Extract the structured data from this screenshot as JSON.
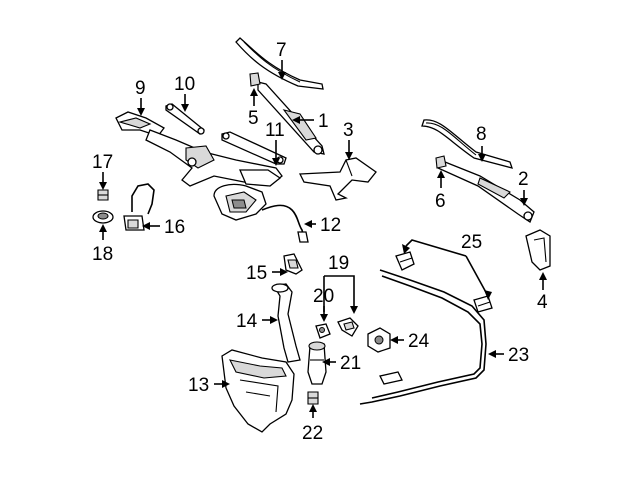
{
  "diagram": {
    "callouts": [
      {
        "id": "1",
        "text": "1"
      },
      {
        "id": "2",
        "text": "2"
      },
      {
        "id": "3",
        "text": "3"
      },
      {
        "id": "4",
        "text": "4"
      },
      {
        "id": "5",
        "text": "5"
      },
      {
        "id": "6",
        "text": "6"
      },
      {
        "id": "7",
        "text": "7"
      },
      {
        "id": "8",
        "text": "8"
      },
      {
        "id": "9",
        "text": "9"
      },
      {
        "id": "10",
        "text": "10"
      },
      {
        "id": "11",
        "text": "11"
      },
      {
        "id": "12",
        "text": "12"
      },
      {
        "id": "13",
        "text": "13"
      },
      {
        "id": "14",
        "text": "14"
      },
      {
        "id": "15",
        "text": "15"
      },
      {
        "id": "16",
        "text": "16"
      },
      {
        "id": "17",
        "text": "17"
      },
      {
        "id": "18",
        "text": "18"
      },
      {
        "id": "19",
        "text": "19"
      },
      {
        "id": "20",
        "text": "20"
      },
      {
        "id": "21",
        "text": "21"
      },
      {
        "id": "22",
        "text": "22"
      },
      {
        "id": "23",
        "text": "23"
      },
      {
        "id": "24",
        "text": "24"
      },
      {
        "id": "25",
        "text": "25"
      }
    ]
  }
}
